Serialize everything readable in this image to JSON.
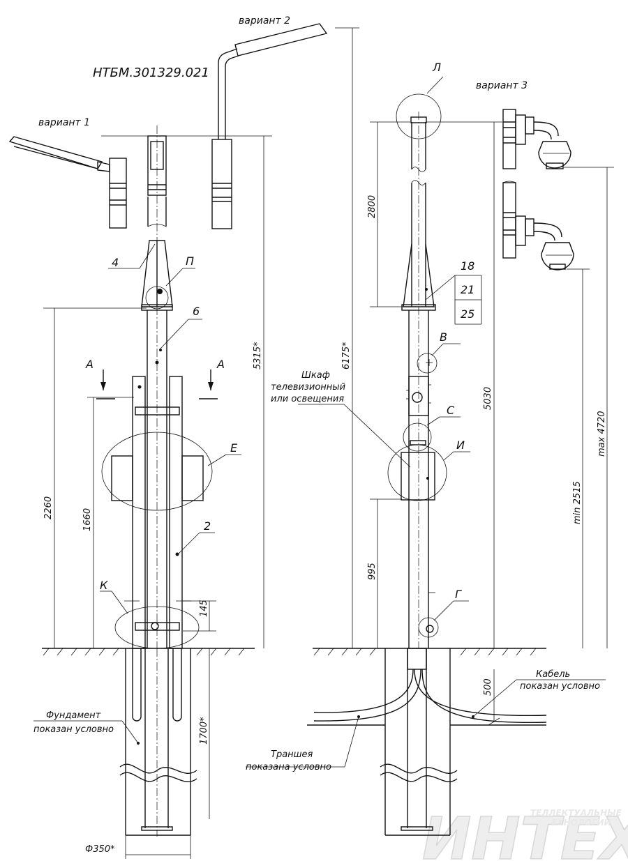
{
  "doc_code": "НТБМ.301329.021",
  "variants": {
    "v1": "вариант 1",
    "v2": "вариант 2",
    "v3": "вариант 3"
  },
  "dimensions": {
    "d5315": "5315*",
    "d6175": "6175*",
    "d2800": "2800",
    "d5030": "5030",
    "d2260": "2260",
    "d1660": "1660",
    "d995": "995",
    "d145": "145",
    "d1700": "1700*",
    "d500": "500",
    "d350": "Ф350*",
    "dmin2515": "min 2515",
    "dmax4720": "max 4720"
  },
  "callouts": {
    "p4": "4",
    "p6": "6",
    "p2": "2",
    "p18": "18",
    "p21": "21",
    "p25": "25",
    "P": "П",
    "A1": "А",
    "A2": "А",
    "E": "Е",
    "K": "К",
    "L": "Л",
    "V": "В",
    "S": "С",
    "I": "И",
    "G": "Г"
  },
  "notes": {
    "cabinet_l1": "Шкаф",
    "cabinet_l2": "телевизионный",
    "cabinet_l3": "или освещения",
    "foundation_l1": "Фундамент",
    "foundation_l2": "показан условно",
    "trench_l1": "Траншея",
    "trench_l2": "показана условно",
    "cable_l1": "Кабель",
    "cable_l2": "показан условно"
  },
  "watermark": {
    "logo": "ИНТЕХ",
    "l1": "ТЕЛЛЕКТУАЛЬНЫЕ",
    "l2": "ЕХНОЛОГИИ"
  }
}
